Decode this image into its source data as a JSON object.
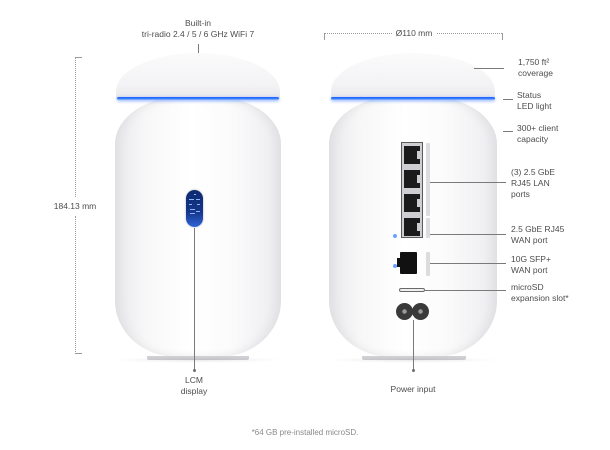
{
  "front_view": {
    "top_label": [
      "Built-in",
      "tri-radio 2.4 / 5 / 6 GHz WiFi 7"
    ],
    "height_dimension": "184.13 mm",
    "bottom_label": [
      "LCM",
      "display"
    ]
  },
  "rear_view": {
    "width_dimension": "Ø110 mm",
    "callouts": [
      {
        "id": "coverage",
        "lines": [
          "1,750 ft²",
          "coverage"
        ]
      },
      {
        "id": "status-led",
        "lines": [
          "Status",
          "LED light"
        ]
      },
      {
        "id": "client-capacity",
        "lines": [
          "300+ client",
          "capacity"
        ]
      },
      {
        "id": "lan-ports",
        "lines": [
          "(3) 2.5 GbE",
          "RJ45 LAN",
          "ports"
        ]
      },
      {
        "id": "wan-rj45",
        "lines": [
          "2.5 GbE RJ45",
          "WAN port"
        ]
      },
      {
        "id": "wan-sfp",
        "lines": [
          "10G SFP+",
          "WAN port"
        ]
      },
      {
        "id": "microsd",
        "lines": [
          "microSD",
          "expansion slot*"
        ]
      }
    ],
    "bottom_label": [
      "Power input"
    ]
  },
  "footnote": "*64 GB pre-installed microSD.",
  "colors": {
    "led_blue": "#2b6dff",
    "lcm_blue": "#15378a",
    "text": "#4d4d4d",
    "line": "#7a7a7a"
  }
}
